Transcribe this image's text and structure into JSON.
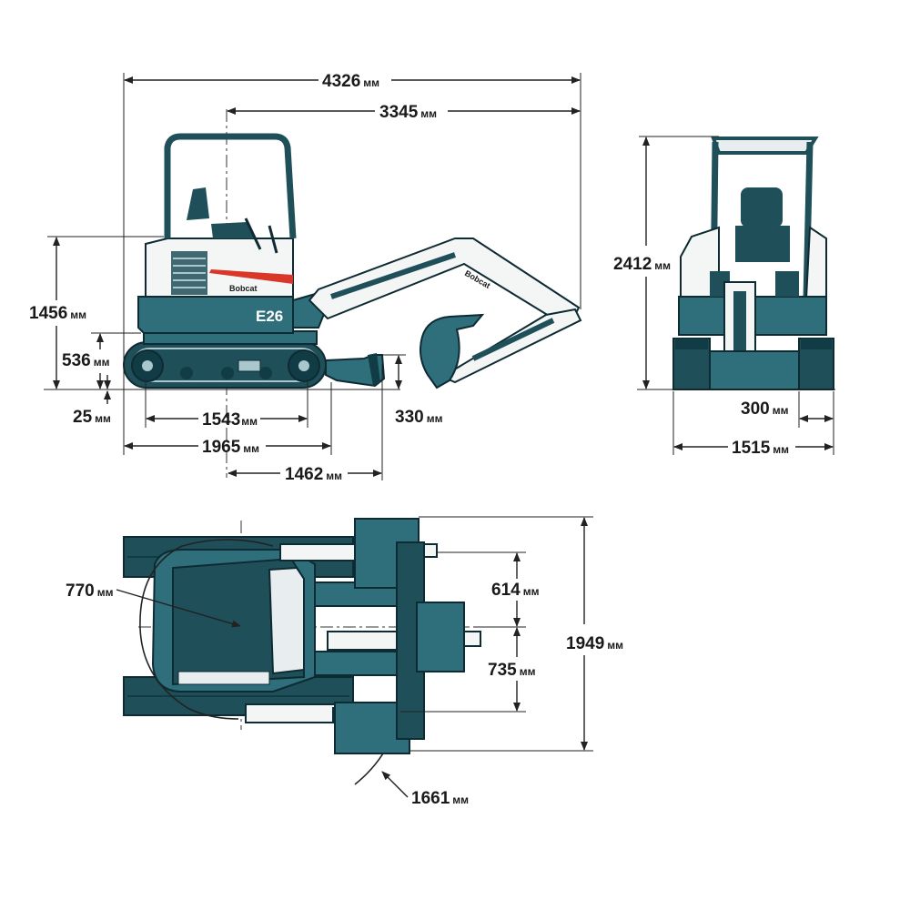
{
  "colors": {
    "teal": "#2f6f7c",
    "teal_dark": "#1f4f59",
    "accent_red": "#d8372a",
    "line": "#222222"
  },
  "side_view": {
    "model_label": "E26",
    "brand_label": "Bobcat",
    "dims": {
      "overall_length": {
        "value": "4326",
        "unit": "мм"
      },
      "boom_reach": {
        "value": "3345",
        "unit": "мм"
      },
      "height_cab": {
        "value": "1456",
        "unit": "мм"
      },
      "ground_to_counterweight": {
        "value": "536",
        "unit": "мм"
      },
      "ground_clearance": {
        "value": "25",
        "unit": "мм"
      },
      "track_center_length": {
        "value": "1543",
        "unit": "мм"
      },
      "track_length": {
        "value": "1965",
        "unit": "мм"
      },
      "blade_reach": {
        "value": "1462",
        "unit": "мм"
      },
      "blade_height": {
        "value": "330",
        "unit": "мм"
      }
    }
  },
  "front_view": {
    "dims": {
      "overall_height": {
        "value": "2412",
        "unit": "мм"
      },
      "track_width": {
        "value": "300",
        "unit": "мм"
      },
      "overall_width": {
        "value": "1515",
        "unit": "мм"
      }
    }
  },
  "top_view": {
    "dims": {
      "tail_swing": {
        "value": "770",
        "unit": "мм"
      },
      "boom_offset_left": {
        "value": "614",
        "unit": "мм"
      },
      "boom_offset_right": {
        "value": "735",
        "unit": "мм"
      },
      "front_width": {
        "value": "1949",
        "unit": "мм"
      },
      "front_swing_radius": {
        "value": "1661",
        "unit": "мм"
      }
    }
  }
}
